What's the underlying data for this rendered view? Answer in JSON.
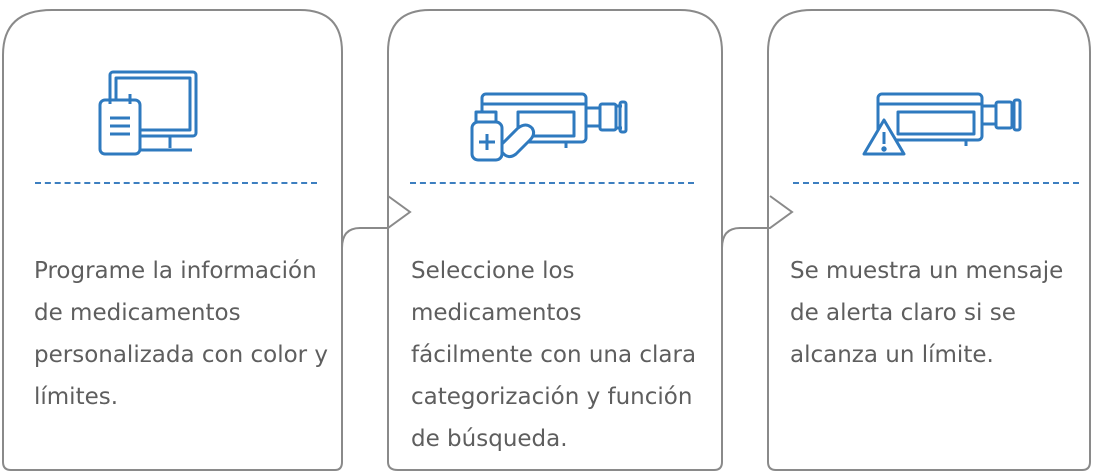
{
  "colors": {
    "frame": "#8a8a8a",
    "icon": "#2f7abf",
    "divider": "#3d7fc0",
    "text": "#5e5e5e"
  },
  "steps": [
    {
      "icon": "monitor-with-clipboard-icon",
      "text": "Programe la información\nde medicamentos\npersonalizada con color y\nlímites."
    },
    {
      "icon": "pump-with-medicine-bottle-icon",
      "text": "Seleccione los\nmedicamentos\nfácilmente con una clara\ncategorización y función\nde búsqueda."
    },
    {
      "icon": "pump-with-warning-icon",
      "text": "Se muestra un mensaje\nde alerta claro si se\nalcanza un límite."
    }
  ]
}
